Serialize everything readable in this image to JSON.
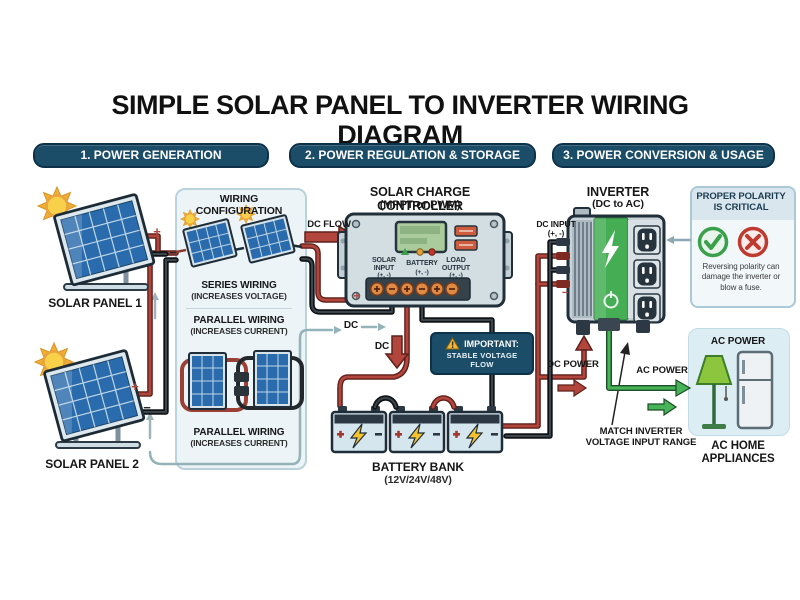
{
  "title": "SIMPLE SOLAR PANEL TO INVERTER WIRING DIAGRAM",
  "sections": {
    "one": "1. POWER GENERATION",
    "two": "2. POWER REGULATION & STORAGE",
    "three": "3. POWER CONVERSION & USAGE"
  },
  "panels": {
    "p1": "SOLAR PANEL 1",
    "p2": "SOLAR PANEL 2"
  },
  "wiring_box": {
    "title": "WIRING CONFIGURATION",
    "series": "SERIES WIRING",
    "series_sub": "(INCREASES VOLTAGE)",
    "parallel_top": "PARALLEL WIRING",
    "parallel_top_sub": "(INCREASES CURRENT)",
    "parallel_bottom": "PARALLEL WIRING",
    "parallel_bottom_sub": "(INCREASES CURRENT)"
  },
  "controller": {
    "title": "SOLAR CHARGE CONTROLLER",
    "subtitle": "(MPPT or PWM)",
    "solar_port": "SOLAR INPUT",
    "battery_port": "BATTERY",
    "load_port": "LOAD OUTPUT",
    "pm": "(+, -)"
  },
  "flow": {
    "dc_flow": "DC FLOW",
    "dc_mid": "DC",
    "dc_down": "DC",
    "dc_power": "DC POWER",
    "ac_power": "AC POWER",
    "dc_input": "DC INPUT",
    "dc_input_pm": "(+, -)"
  },
  "important": {
    "title": "IMPORTANT:",
    "text": "STABLE VOLTAGE FLOW"
  },
  "battery": {
    "label": "BATTERY BANK",
    "sub": "(12V/24V/48V)"
  },
  "inverter": {
    "title": "INVERTER",
    "subtitle": "(DC to AC)"
  },
  "polarity": {
    "title": "PROPER POLARITY IS CRITICAL",
    "text": "Reversing polarity can damage the inverter or blow a fuse."
  },
  "ac": {
    "title": "AC POWER",
    "caption": "AC HOME APPLIANCES"
  },
  "match": {
    "l1": "MATCH INVERTER",
    "l2": "VOLTAGE INPUT RANGE"
  },
  "marks": {
    "plus": "+",
    "minus": "−"
  },
  "colors": {
    "navy": "#1b4c68",
    "red": "#b2453c",
    "black": "#23282c",
    "green": "#3fa34d",
    "teal": "#93b3b8",
    "panel_blue": "#2a6bae",
    "sun": "#f6c445",
    "box_bg": "#ecf4f8",
    "box_border": "#b9d2dc"
  }
}
